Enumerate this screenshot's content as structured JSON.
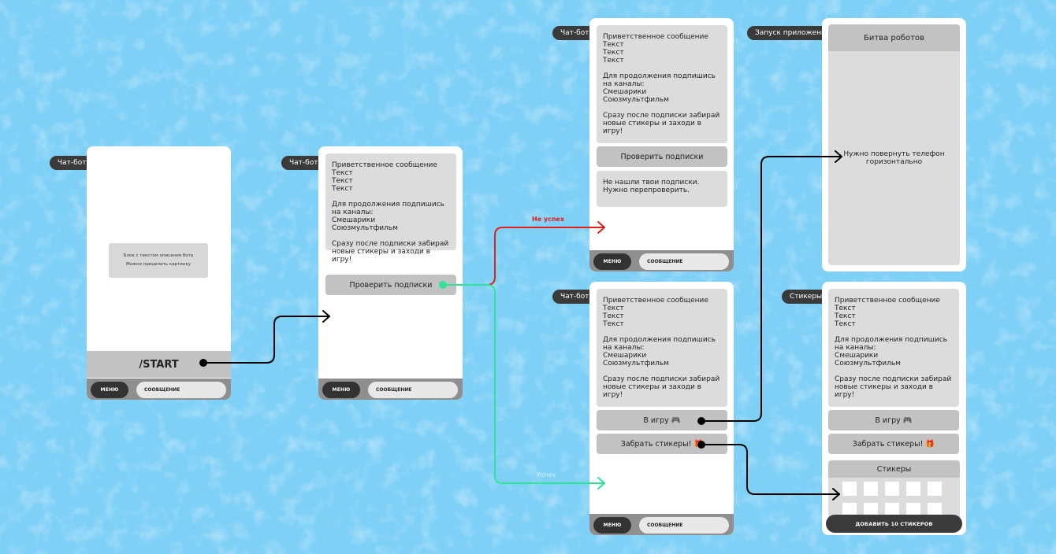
{
  "tags": {
    "s1": "Чат-бот",
    "s2": "Чат-бот",
    "s3": "Чат-бот",
    "s4": "Чат-бот",
    "s5": "Запуск приложения",
    "s6": "Стикеры"
  },
  "screen1": {
    "desc_line1": "Блок с текстом описания бота",
    "desc_line2": "Можно прицепить картинку",
    "command": "/START"
  },
  "welcome_message": "Приветственное сообщение\nТекст\nТекст\nТекст\n\nДля продолжения подпишись на каналы:\nСмешарики\nСоюзмультфильм\n\nСразу после подписки забирай новые стикеры и заходи в игру!",
  "check_button": "Проверить подписки",
  "error_message": "Не нашли твои подписки. Нужно перепроверить.",
  "play_button": "В игру 🎮",
  "stickers_button": "Забрать стикеры! 🎁",
  "bottom_bar": {
    "menu": "МЕНЮ",
    "field": "СООБЩЕНИЕ"
  },
  "game": {
    "title": "Битва роботов",
    "hint": "Нужно повернуть телефон\nгоризонтально"
  },
  "stickers_panel": {
    "title": "Стикеры",
    "add_button": "ДОБАВИТЬ 10 СТИКЕРОВ"
  },
  "edges": {
    "fail": "Не успех",
    "success": "Успех"
  },
  "colors": {
    "background": "#7fd0f7",
    "fail": "#e0201b",
    "success": "#2fe39a",
    "connector": "#000000"
  }
}
